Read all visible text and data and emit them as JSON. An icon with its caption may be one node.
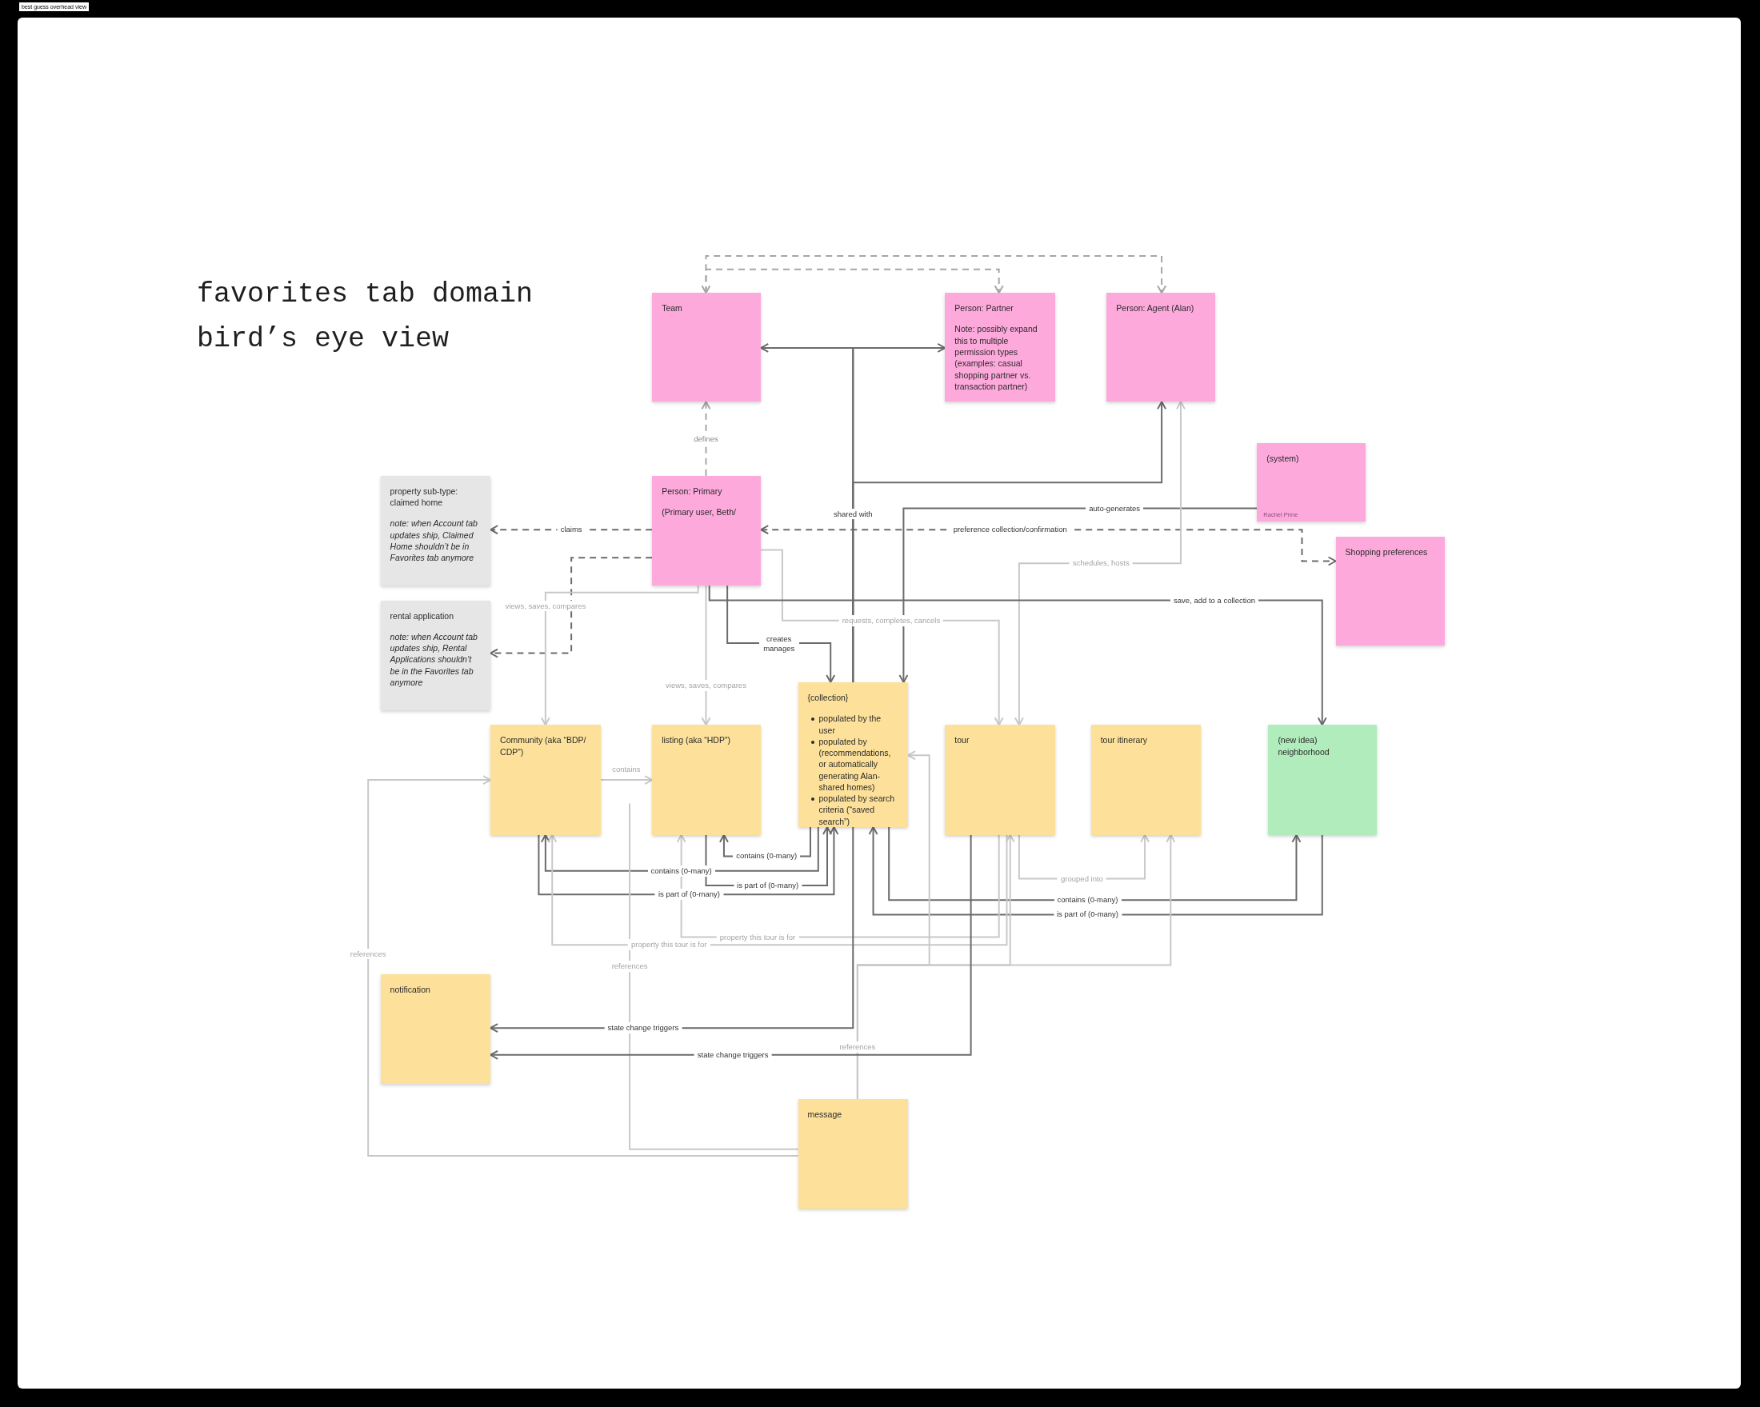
{
  "diagram": {
    "title": "favorites tab domain bird’s eye view",
    "nodes": [
      {
        "text": [
          "Team"
        ]
      },
      {
        "text": [
          "Person: Partner",
          "Note: possibly expand this to multiple permission types (examples: casual shopping partner vs. transaction partner)"
        ]
      },
      {
        "text": [
          "Person: Agent (Alan)"
        ]
      },
      {
        "text": [
          "property sub-type: claimed home",
          "note: when Account tab updates ship, Claimed Home shouldn’t be in Favorites tab anymore"
        ]
      },
      {
        "text": [
          "Person: Primary",
          "(Primary user, Beth/"
        ]
      },
      {
        "text": [
          "(system)",
          "Rachel Prine"
        ]
      },
      {
        "text": [
          "Shopping preferences"
        ]
      },
      {
        "text": [
          "rental application",
          "note: when Account tab updates ship, Rental Applications shouldn’t be in the Favorites tab anymore"
        ]
      },
      {
        "text": [
          "{collection}",
          "populated by the user",
          "populated by (recommendations, or automatically generating Alan-shared homes)",
          "populated by search criteria (“saved search”)"
        ]
      },
      {
        "text": [
          "Community (aka “BDP/ CDP”)"
        ]
      },
      {
        "text": [
          "listing (aka “HDP”)"
        ]
      },
      {
        "text": [
          "tour"
        ]
      },
      {
        "text": [
          "tour itinerary"
        ]
      },
      {
        "text": [
          "(new idea) neighborhood"
        ]
      },
      {
        "text": [
          "notification"
        ]
      },
      {
        "text": [
          "message"
        ]
      }
    ],
    "edges": [
      {
        "from": 0,
        "to": 2,
        "arrow": "both",
        "style": "dashed",
        "color": "#a6a6a6"
      },
      {
        "from": 0,
        "to": 1,
        "arrow": "to",
        "style": "dashed",
        "color": "#a6a6a6"
      },
      {
        "from": 4,
        "to": 0,
        "arrow": "to",
        "label": "defines",
        "style": "dashed",
        "color": "#a6a6a6"
      },
      {
        "from": 8,
        "to": 0,
        "arrow": "to",
        "label": "shared with"
      },
      {
        "from": 8,
        "to": 1,
        "arrow": "to"
      },
      {
        "from": 8,
        "to": 2,
        "arrow": "to"
      },
      {
        "from": 4,
        "to": 3,
        "arrow": "to",
        "label": "claims",
        "style": "dashed"
      },
      {
        "from": 4,
        "to": 7,
        "arrow": "to",
        "style": "dashed"
      },
      {
        "from": 4,
        "to": 6,
        "arrow": "both",
        "label": "preference collection/confirmation",
        "style": "dashed"
      },
      {
        "from": 5,
        "to": 8,
        "arrow": "to",
        "label": "auto-generates"
      },
      {
        "from": 2,
        "to": 11,
        "arrow": "both",
        "label": "schedules, hosts",
        "color": "#c8c8c8"
      },
      {
        "from": 4,
        "to": 11,
        "arrow": "to",
        "label": "requests, completes, cancels",
        "color": "#c8c8c8"
      },
      {
        "from": 4,
        "to": 13,
        "arrow": "to",
        "label": "save, add to a collection"
      },
      {
        "from": 4,
        "to": 8,
        "arrow": "to",
        "label": "creates manages"
      },
      {
        "from": 4,
        "to": 9,
        "arrow": "to",
        "label": "views, saves, compares",
        "color": "#c8c8c8"
      },
      {
        "from": 4,
        "to": 10,
        "arrow": "to",
        "label": "views, saves, compares",
        "color": "#c8c8c8"
      },
      {
        "from": 9,
        "to": 10,
        "arrow": "to",
        "label": "contains",
        "color": "#c8c8c8"
      },
      {
        "from": 8,
        "to": 10,
        "arrow": "to",
        "label": "contains (0-many)"
      },
      {
        "from": 8,
        "to": 9,
        "arrow": "to",
        "label": "contains (0-many)"
      },
      {
        "from": 10,
        "to": 8,
        "arrow": "to",
        "label": "is part of (0-many)"
      },
      {
        "from": 9,
        "to": 8,
        "arrow": "to",
        "label": "is part of (0-many)"
      },
      {
        "from": 8,
        "to": 13,
        "arrow": "to",
        "label": "contains (0-many)"
      },
      {
        "from": 13,
        "to": 8,
        "arrow": "to",
        "label": "is part of (0-many)"
      },
      {
        "from": 11,
        "to": 12,
        "arrow": "to",
        "label": "grouped into",
        "color": "#c8c8c8"
      },
      {
        "from": 11,
        "to": 10,
        "arrow": "to",
        "label": "property this tour is for",
        "color": "#c8c8c8"
      },
      {
        "from": 11,
        "to": 9,
        "arrow": "to",
        "label": "property this tour is for",
        "color": "#c8c8c8"
      },
      {
        "from": 15,
        "to": 8,
        "arrow": "to",
        "label": "references",
        "color": "#c8c8c8"
      },
      {
        "from": 15,
        "to": 11,
        "arrow": "to",
        "color": "#c8c8c8"
      },
      {
        "from": 15,
        "to": 12,
        "arrow": "to",
        "color": "#c8c8c8"
      },
      {
        "from": 15,
        "to": 9,
        "arrow": "to",
        "label": "references",
        "color": "#c8c8c8"
      },
      {
        "from": 15,
        "to": null,
        "arrow": "none",
        "label": "references",
        "color": "#c8c8c8"
      },
      {
        "from": 8,
        "to": 14,
        "arrow": "to",
        "label": "state change triggers"
      },
      {
        "from": 11,
        "to": 14,
        "arrow": "to",
        "label": "state change triggers"
      }
    ],
    "labels": [
      "best guess overhead view"
    ]
  }
}
